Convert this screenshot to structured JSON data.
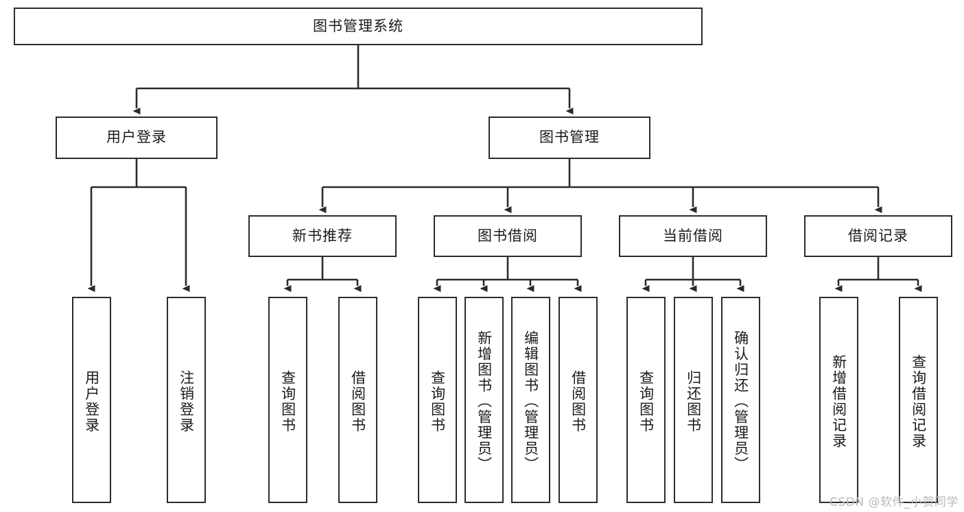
{
  "diagram": {
    "type": "hierarchy-tree",
    "title": "图书管理系统",
    "orientation": "top-down",
    "colors": {
      "stroke": "#2b2b2b",
      "fill": "#ffffff",
      "text": "#1a1a1a",
      "watermark": "#b9b9b9"
    },
    "levels": {
      "root": {
        "label": "图书管理系统"
      },
      "level2": [
        {
          "label": "用户登录"
        },
        {
          "label": "图书管理"
        }
      ],
      "level3": [
        {
          "label": "新书推荐"
        },
        {
          "label": "图书借阅"
        },
        {
          "label": "当前借阅"
        },
        {
          "label": "借阅记录"
        }
      ],
      "leaves": {
        "user_login": [
          {
            "label": "用户登录"
          },
          {
            "label": "注销登录"
          }
        ],
        "new_book": [
          {
            "label": "查询图书"
          },
          {
            "label": "借阅图书"
          }
        ],
        "book_borrow": [
          {
            "label": "查询图书"
          },
          {
            "label": "新增图书（管理员）"
          },
          {
            "label": "编辑图书（管理员）"
          },
          {
            "label": "借阅图书"
          }
        ],
        "current_borrow": [
          {
            "label": "查询图书"
          },
          {
            "label": "归还图书"
          },
          {
            "label": "确认归还（管理员）"
          }
        ],
        "borrow_record": [
          {
            "label": "新增借阅记录"
          },
          {
            "label": "查询借阅记录"
          }
        ]
      }
    },
    "watermark": "CSDN @软件_小贺同学"
  }
}
